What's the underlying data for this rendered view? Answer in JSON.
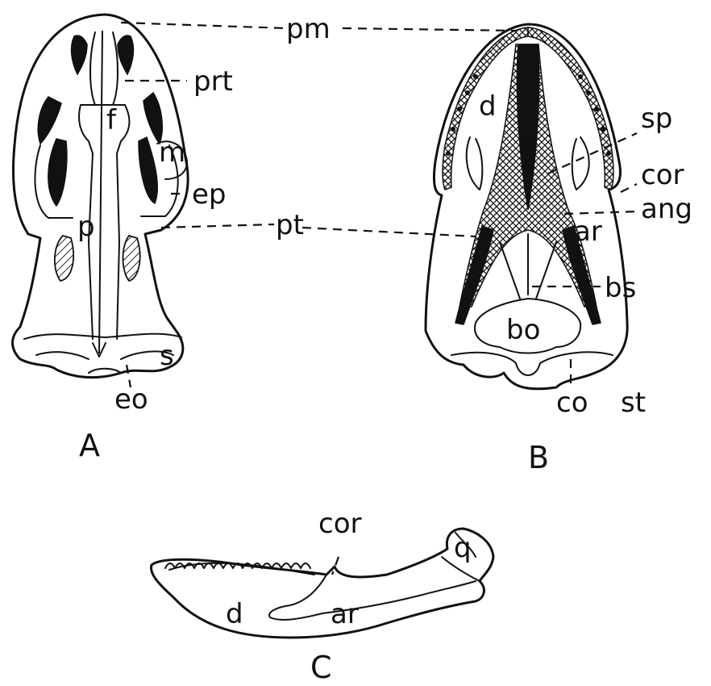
{
  "panels": {
    "a": "A",
    "b": "B",
    "c": "C"
  },
  "labels": {
    "pm": "pm",
    "prt": "prt",
    "f": "f",
    "m": "m",
    "ep": "ep",
    "p": "p",
    "pt": "pt",
    "s": "s",
    "eo": "eo",
    "d_b": "d",
    "sp": "sp",
    "cor_b": "cor",
    "ang": "ang",
    "ar_b": "ar",
    "bs": "bs",
    "bo": "bo",
    "co": "co",
    "st": "st",
    "cor_c": "cor",
    "q": "q",
    "d_c": "d",
    "ar_c": "ar"
  }
}
